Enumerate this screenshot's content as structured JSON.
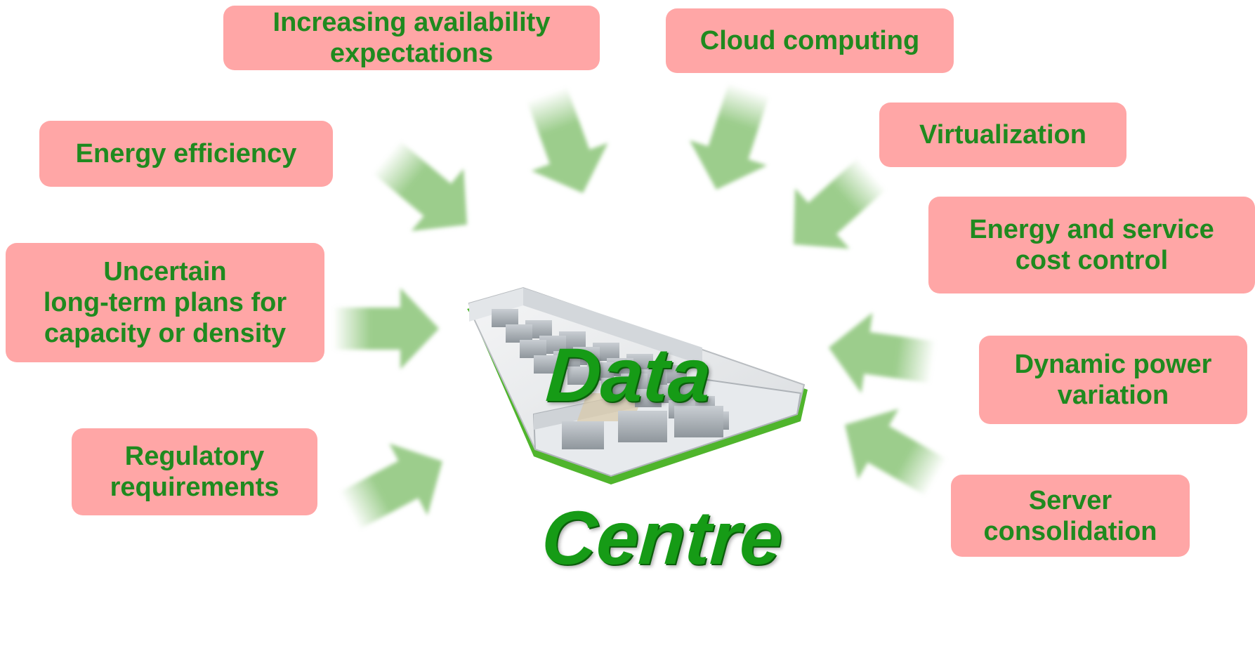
{
  "colors": {
    "box_fill": "#ffa6a6",
    "box_text": "#1f8a1f",
    "arrow": "#9ccd8c",
    "title_text": "#169b16"
  },
  "title": {
    "line1": "Data",
    "line2": "Centre"
  },
  "drivers": {
    "availability": "Increasing availability\nexpectations",
    "cloud": "Cloud computing",
    "virtualization": "Virtualization",
    "energy_efficiency": "Energy efficiency",
    "cost_control": "Energy and service\ncost control",
    "uncertain_plans": "Uncertain\nlong-term plans for\ncapacity or density",
    "dynamic_power": "Dynamic power\nvariation",
    "regulatory": "Regulatory\nrequirements",
    "consolidation": "Server\nconsolidation"
  },
  "illustration": {
    "name": "data-centre-floorplan-3d"
  }
}
